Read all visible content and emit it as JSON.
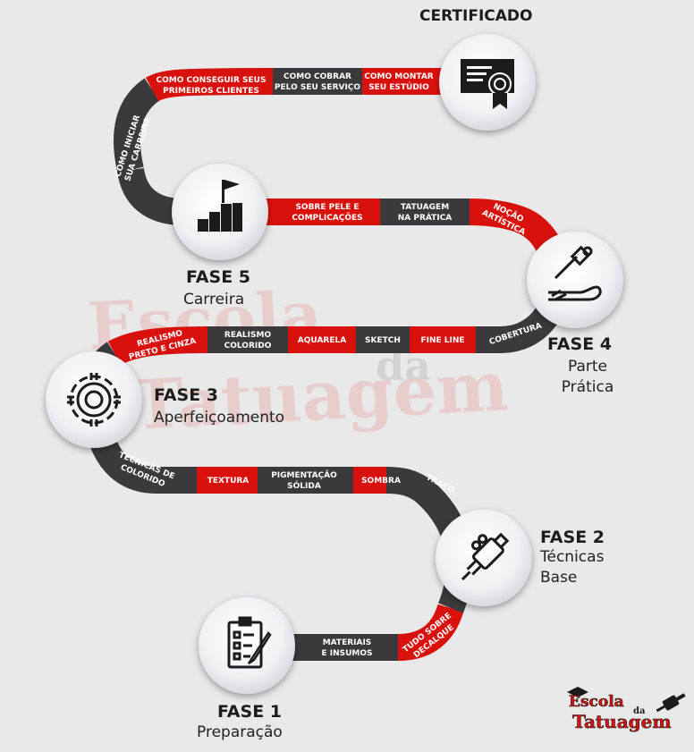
{
  "certificate": {
    "title": "CERTIFICADO",
    "icon": "certificate-icon"
  },
  "phases": [
    {
      "title": "FASE 1",
      "subtitle": "Preparação",
      "icon": "checklist-icon"
    },
    {
      "title": "FASE 2",
      "subtitle": "Técnicas Base",
      "icon": "tattoo-machine-icon"
    },
    {
      "title": "FASE 3",
      "subtitle": "Aperfeiçoamento",
      "icon": "gear-icon"
    },
    {
      "title": "FASE 4",
      "subtitle": "Parte Prática",
      "icon": "tattooing-arm-icon"
    },
    {
      "title": "FASE 5",
      "subtitle": "Carreira",
      "icon": "career-podium-icon"
    }
  ],
  "topics": {
    "materiais": [
      "MATERIAIS",
      "E INSUMOS"
    ],
    "decalque": [
      "TUDO SOBRE",
      "DECALQUE"
    ],
    "traco": [
      "TRAÇO"
    ],
    "sombra": [
      "SOMBRA"
    ],
    "pigmentacao": [
      "PIGMENTAÇÃO",
      "SÓLIDA"
    ],
    "textura": [
      "TEXTURA"
    ],
    "tecnicas_colorido": [
      "TÉCNICAS DE",
      "COLORIDO"
    ],
    "realismo_pc": [
      "REALISMO",
      "PRETO E CINZA"
    ],
    "realismo_colorido": [
      "REALISMO",
      "COLORIDO"
    ],
    "aquarela": [
      "AQUARELA"
    ],
    "sketch": [
      "SKETCH"
    ],
    "fine_line": [
      "FINE LINE"
    ],
    "cobertura": [
      "COBERTURA"
    ],
    "nocao_artistica": [
      "NOÇÃO",
      "ARTÍSTICA"
    ],
    "tatuagem_pratica": [
      "TATUAGEM",
      "NA PRÁTICA"
    ],
    "sobre_pele": [
      "SOBRE PELE E",
      "COMPLICAÇÕES"
    ],
    "como_iniciar": [
      "COMO INICIAR",
      "SUA CARREIRA"
    ],
    "primeiros_clientes": [
      "COMO CONSEGUIR SEUS",
      "PRIMEIROS CLIENTES"
    ],
    "como_cobrar": [
      "COMO COBRAR",
      "PELO SEU SERVIÇO"
    ],
    "como_montar": [
      "COMO MONTAR",
      "SEU ESTÚDIO"
    ]
  },
  "logo": {
    "text": "Escola da Tatuagem",
    "words": [
      "Escola",
      "da",
      "Tatuagem"
    ]
  },
  "colors": {
    "red": "#d9110d",
    "dark": "#3a3a3c",
    "background": "#e9e9e9",
    "text": "#1c1c1c"
  }
}
